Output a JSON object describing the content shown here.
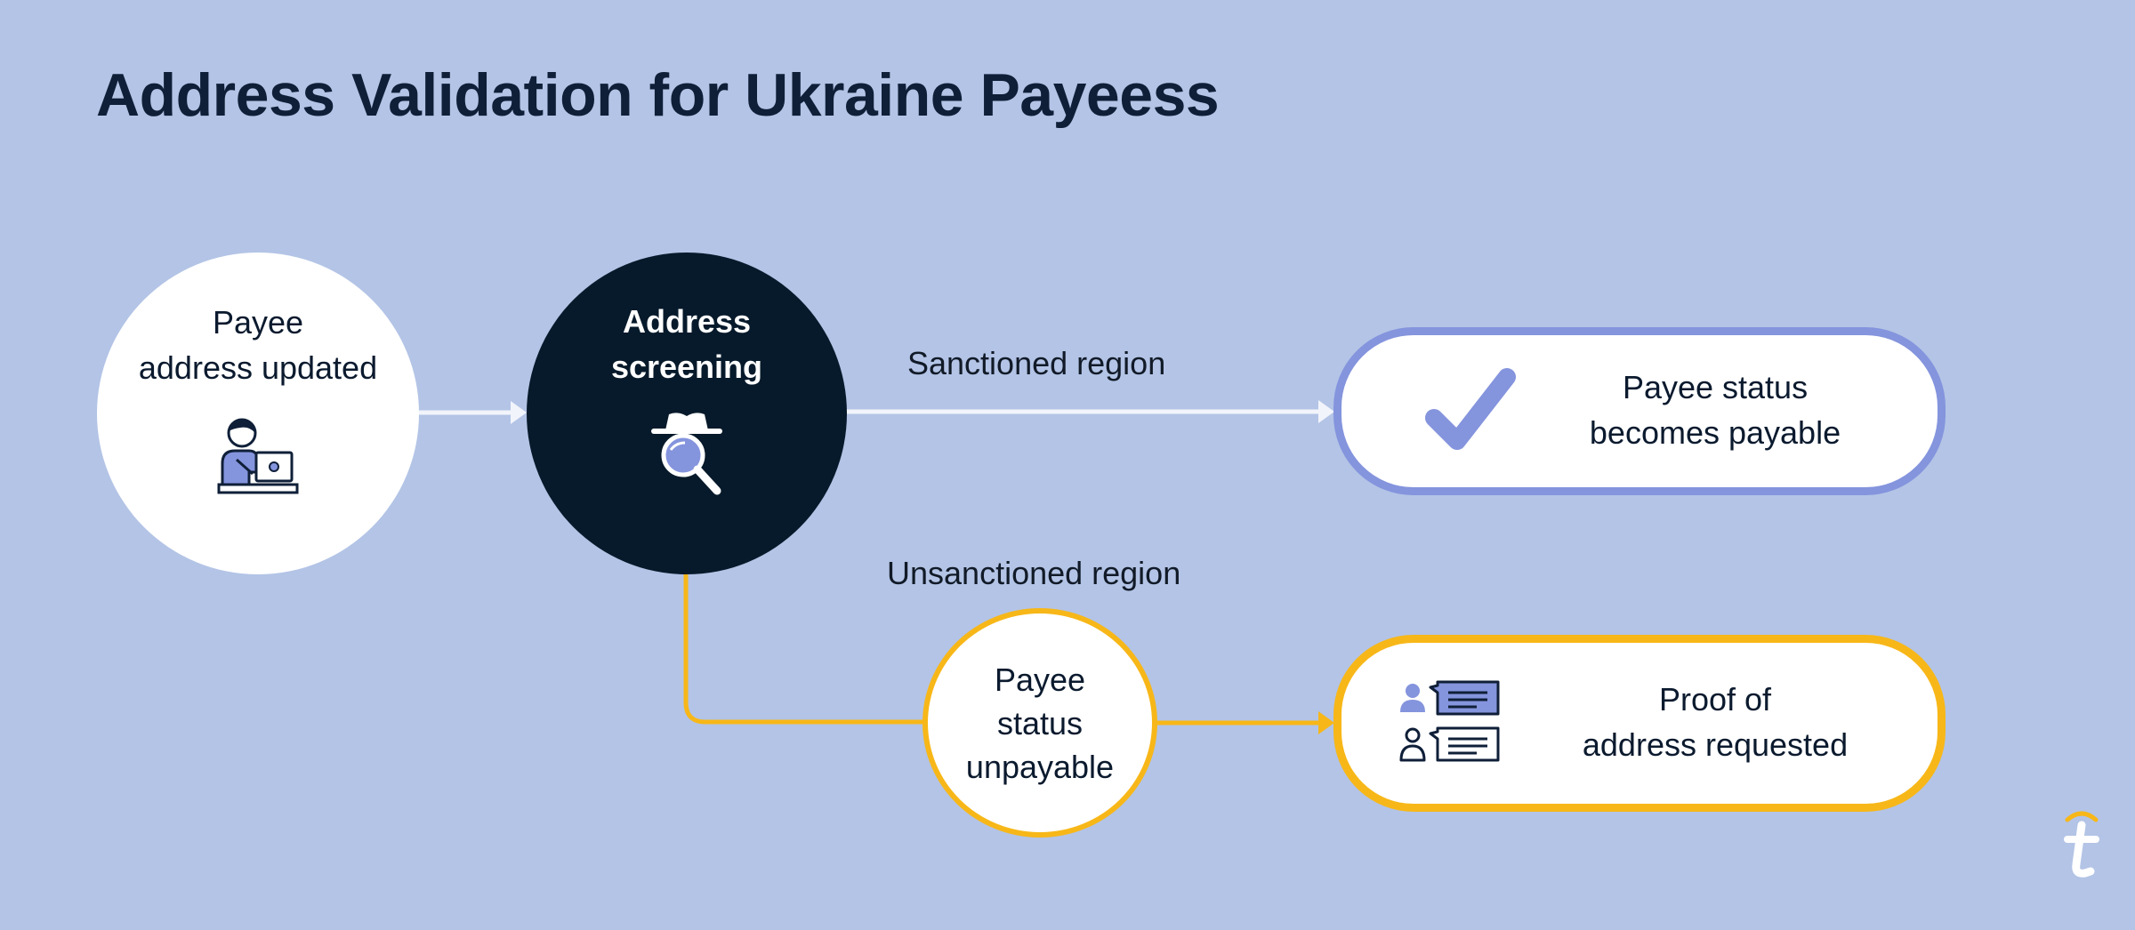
{
  "title": "Address Validation for Ukraine Payeess",
  "nodes": {
    "updated": {
      "line1": "Payee",
      "line2": "address updated",
      "icon": "person-laptop-icon"
    },
    "screening": {
      "line1": "Address",
      "line2": "screening",
      "icon": "detective-magnifier-icon"
    },
    "payable": {
      "line1": "Payee status",
      "line2": "becomes payable",
      "icon": "checkmark-icon"
    },
    "unpayable": {
      "line1": "Payee",
      "line2": "status",
      "line3": "unpayable"
    },
    "proof": {
      "line1": "Proof of",
      "line2": "address requested",
      "icon": "user-message-icon"
    }
  },
  "edges": {
    "sanctioned": "Sanctioned region",
    "unsanctioned": "Unsanctioned region"
  },
  "colors": {
    "background": "#b3c4e6",
    "dark": "#071a2b",
    "accent_blue": "#8494dd",
    "accent_yellow": "#f7b718",
    "arrow_white": "#f2f4fb"
  },
  "logo": {
    "icon": "brand-t-logo"
  }
}
